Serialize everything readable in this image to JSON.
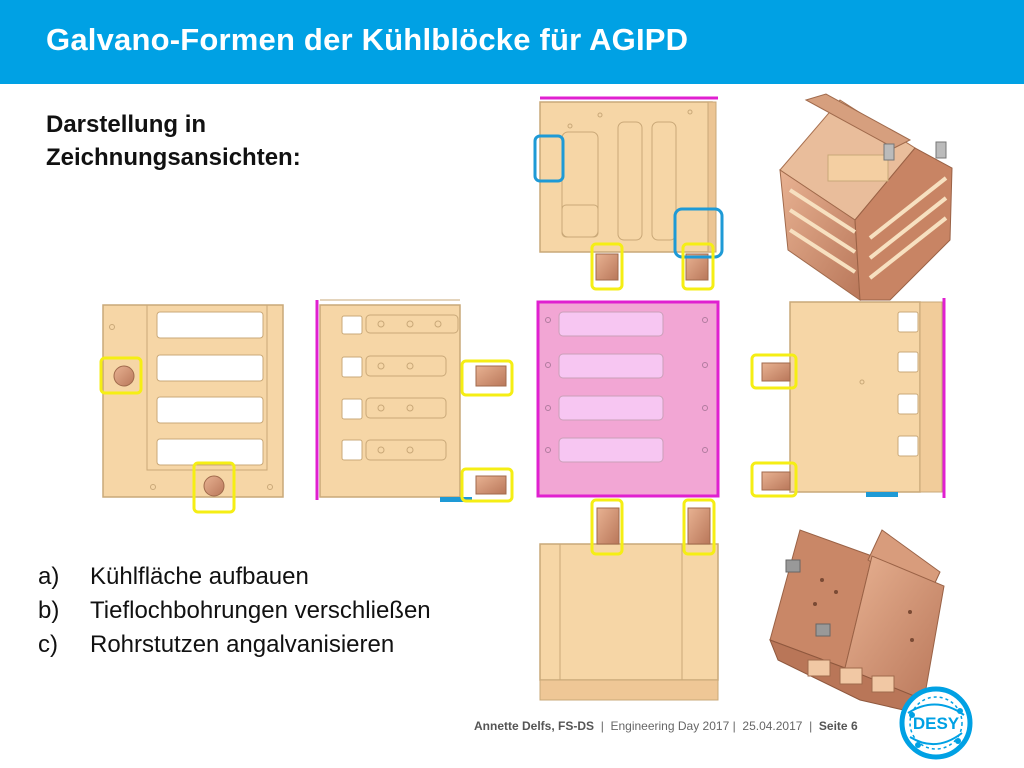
{
  "slide": {
    "title": "Galvano-Formen der Kühlblöcke für AGIPD",
    "subtitle_line1": "Darstellung in",
    "subtitle_line2": "Zeichnungsansichten:",
    "list": [
      {
        "marker": "a)",
        "text": "Kühlfläche aufbauen"
      },
      {
        "marker": "b)",
        "text": "Tieflochbohrungen verschließen"
      },
      {
        "marker": "c)",
        "text": "Rohrstutzen angalvanisieren"
      }
    ],
    "footer": {
      "author": "Annette Delfs, FS-DS",
      "sep1": "|",
      "event": "Engineering Day 2017",
      "sep2": "|",
      "date": "25.04.2017",
      "sep3": "|",
      "page": "Seite 6"
    },
    "logo_text": "DESY"
  },
  "colors": {
    "header": "#00a1e4",
    "part_fill": "#f6d6a6",
    "part_stroke": "#c9a878",
    "magenta": "#e020d0",
    "highlight_yellow": "#f5ee14",
    "highlight_blue": "#1e9ad6",
    "copper": "#cf9070"
  }
}
